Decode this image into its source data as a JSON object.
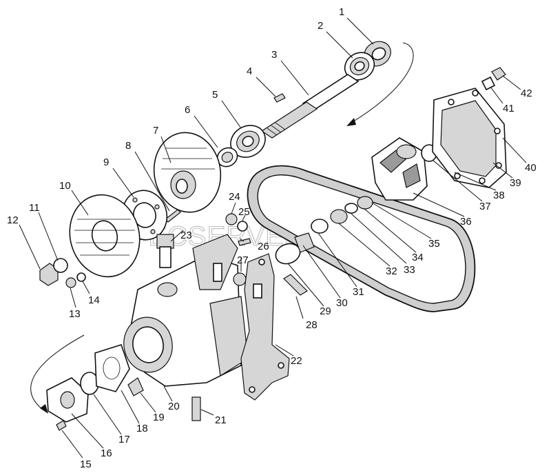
{
  "watermark": "SPECSERVER.COM",
  "callouts": [
    {
      "label": "1"
    },
    {
      "label": "2"
    },
    {
      "label": "3"
    },
    {
      "label": "4"
    },
    {
      "label": "5"
    },
    {
      "label": "6"
    },
    {
      "label": "7"
    },
    {
      "label": "8"
    },
    {
      "label": "9"
    },
    {
      "label": "10"
    },
    {
      "label": "11"
    },
    {
      "label": "12"
    },
    {
      "label": "13"
    },
    {
      "label": "14"
    },
    {
      "label": "15"
    },
    {
      "label": "16"
    },
    {
      "label": "17"
    },
    {
      "label": "18"
    },
    {
      "label": "19"
    },
    {
      "label": "20"
    },
    {
      "label": "21"
    },
    {
      "label": "22"
    },
    {
      "label": "23"
    },
    {
      "label": "24"
    },
    {
      "label": "25"
    },
    {
      "label": "26"
    },
    {
      "label": "27"
    },
    {
      "label": "28"
    },
    {
      "label": "29"
    },
    {
      "label": "30"
    },
    {
      "label": "31"
    },
    {
      "label": "32"
    },
    {
      "label": "33"
    },
    {
      "label": "34"
    },
    {
      "label": "35"
    },
    {
      "label": "36"
    },
    {
      "label": "37"
    },
    {
      "label": "38"
    },
    {
      "label": "39"
    },
    {
      "label": "40"
    },
    {
      "label": "41"
    },
    {
      "label": "42"
    }
  ]
}
